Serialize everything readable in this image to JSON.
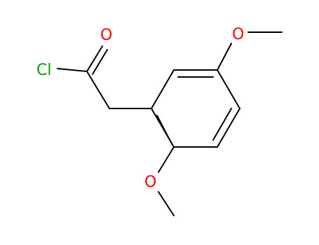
{
  "molecule": {
    "atoms": {
      "chlorine": {
        "symbol": "Cl",
        "color": "#00a000"
      },
      "carbonyl_oxygen": {
        "symbol": "O",
        "color": "#ff0000"
      },
      "methoxy_oxygen_top": {
        "symbol": "O",
        "color": "#ff0000"
      },
      "methoxy_oxygen_bottom": {
        "symbol": "O",
        "color": "#ff0000"
      }
    },
    "bond_color": "#000000",
    "background": "#ffffff"
  }
}
